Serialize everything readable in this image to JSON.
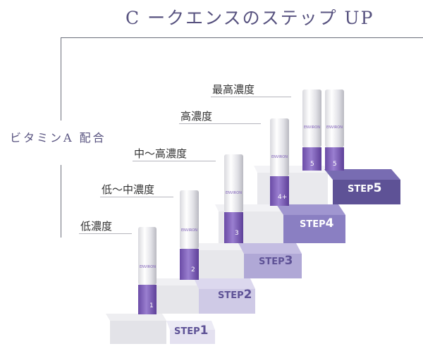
{
  "title": "C ークエンスのステップ UP",
  "side_label": "ビタミンA 配合",
  "levels": [
    "低濃度",
    "低〜中濃度",
    "中〜高濃度",
    "高濃度",
    "最高濃度"
  ],
  "steps": [
    {
      "word": "STEP",
      "num": "1"
    },
    {
      "word": "STEP",
      "num": "2"
    },
    {
      "word": "STEP",
      "num": "3"
    },
    {
      "word": "STEP",
      "num": "4"
    },
    {
      "word": "STEP",
      "num": "5"
    }
  ],
  "product_brand": "ENVIRON",
  "bottle_numbers": [
    "1",
    "2",
    "3",
    "4+",
    "5"
  ],
  "colors": {
    "title": "#57527f",
    "step1": "#e4e1f0",
    "step2": "#cfcae6",
    "step3": "#b0a8d6",
    "step4": "#8a7fc2",
    "step5": "#5e5296",
    "bottle_purple": "#7e5fb8"
  }
}
